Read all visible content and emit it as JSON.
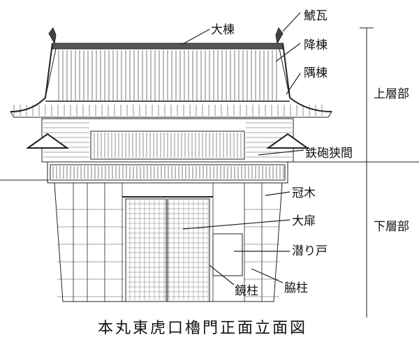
{
  "title": "本丸東虎口櫓門正面立面図",
  "labels": {
    "ridge": "大棟",
    "shachi": "鯱瓦",
    "descending_ridge": "降棟",
    "corner_ridge": "隅棟",
    "upper_section": "上層部",
    "gun_port": "鉄砲狭間",
    "lintel": "冠木",
    "main_door": "大扉",
    "lower_section": "下層部",
    "wicket_door": "潜り戸",
    "mirror_pillar": "鏡柱",
    "side_pillar": "脇柱"
  }
}
